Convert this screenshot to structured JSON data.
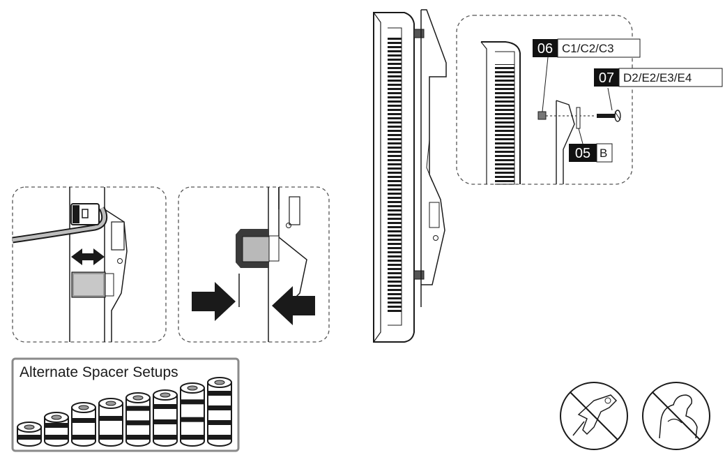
{
  "callouts": {
    "c06": {
      "num": "06",
      "text": "C1/C2/C3"
    },
    "c07": {
      "num": "07",
      "text": "D2/E2/E3/E4"
    },
    "c05": {
      "num": "05",
      "text": "B"
    }
  },
  "spacer_box": {
    "title": "Alternate Spacer Setups",
    "spacer_count": 8
  },
  "warnings": [
    {
      "icon": "no-power-drill-icon"
    },
    {
      "icon": "no-excessive-force-icon"
    }
  ],
  "colors": {
    "line": "#1a1a1a",
    "dashed_frame": "#555555",
    "spacer_box_border": "#8a8a8a",
    "label_bg": "#111111",
    "block_gray": "#9a9a9a"
  }
}
